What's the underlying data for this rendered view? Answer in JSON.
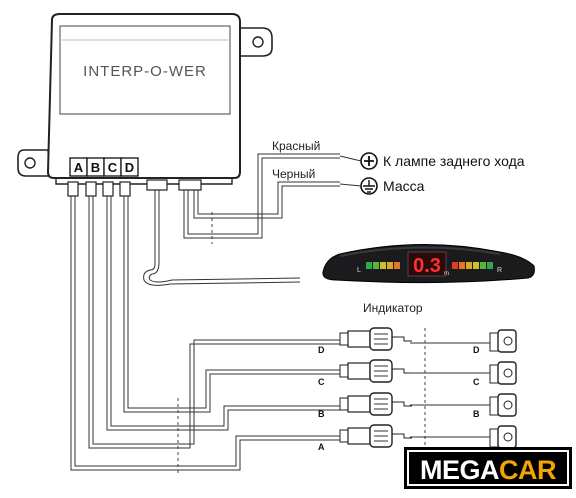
{
  "control_unit": {
    "brand": "INTERP-O-WER",
    "ports": [
      "A",
      "B",
      "C",
      "D"
    ]
  },
  "wires": {
    "red_label": "Красный",
    "black_label": "Черный",
    "reverse_lamp": "К лампе заднего хода",
    "ground": "Масса"
  },
  "indicator": {
    "caption": "Индикатор",
    "display": "0.3",
    "left_letter": "L",
    "right_letter": "R",
    "unit": "m"
  },
  "sensors": [
    "D",
    "C",
    "B",
    "A"
  ],
  "logo": {
    "part1": "MEGA",
    "part2": "CAR",
    "accent": "#f0a500"
  }
}
